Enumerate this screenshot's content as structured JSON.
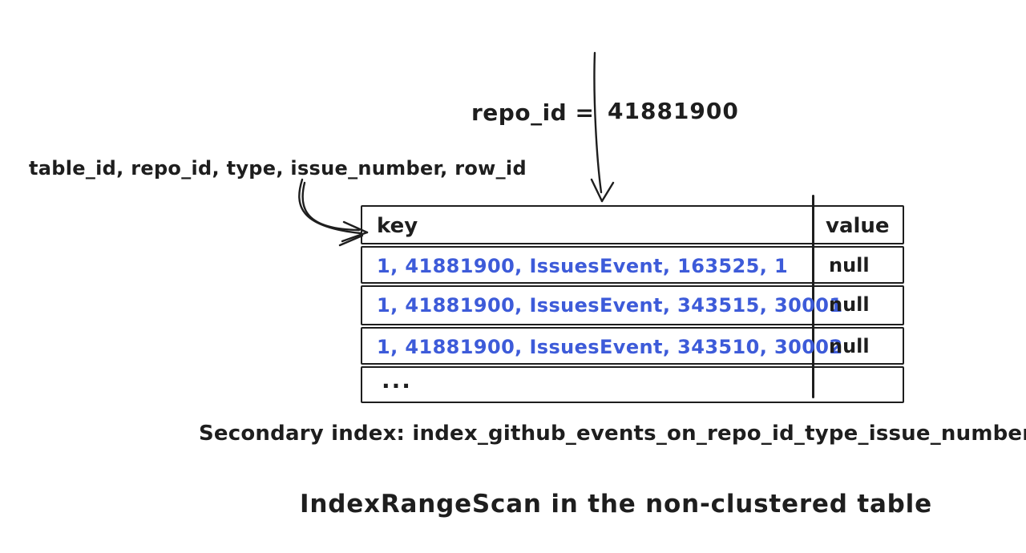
{
  "diagram": {
    "filter_annotation": {
      "lhs": "repo_id =",
      "rhs": "41881900"
    },
    "key_columns_annotation": "table_id, repo_id, type, issue_number, row_id",
    "index_table": {
      "headers": {
        "key": "key",
        "value": "value"
      },
      "rows": [
        {
          "key": "1, 41881900, IssuesEvent, 163525, 1",
          "value": "null"
        },
        {
          "key": "1, 41881900, IssuesEvent, 343515, 30001",
          "value": "null"
        },
        {
          "key": "1, 41881900, IssuesEvent, 343510, 30002",
          "value": "null"
        }
      ],
      "ellipsis_row": "..."
    },
    "caption": "Secondary index: index_github_events_on_repo_id_type_issue_number",
    "title": "IndexRangeScan in the non-clustered table",
    "colors": {
      "ink": "#1e1e1e",
      "key_text": "#3d5bd9",
      "background": "#ffffff"
    }
  }
}
